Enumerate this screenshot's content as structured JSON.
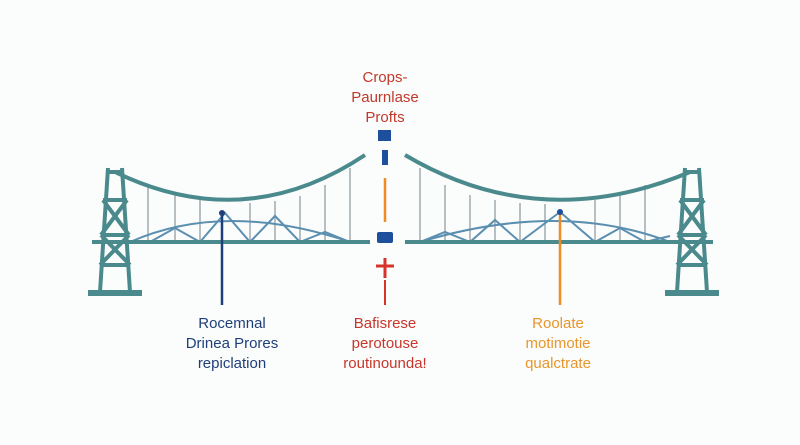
{
  "title_label": {
    "lines": [
      "Crops-",
      "Paurnlase",
      "Profts"
    ],
    "color": "#c0392b"
  },
  "labels": [
    {
      "lines": [
        "Rocemnal",
        "Drinea Prores",
        "repiclation"
      ],
      "color": "#1f3f7a"
    },
    {
      "lines": [
        "Bafisrese",
        "perotouse",
        "routinounda!"
      ],
      "color": "#c8362b"
    },
    {
      "lines": [
        "Roolate",
        "motimotie",
        "qualctrate"
      ],
      "color": "#e8962c"
    }
  ],
  "colors": {
    "bridge": "#4a8a8c",
    "hanger": "#b8bfc2",
    "blue": "#1d4f9c",
    "orange": "#f08a24",
    "red": "#d6332a"
  }
}
